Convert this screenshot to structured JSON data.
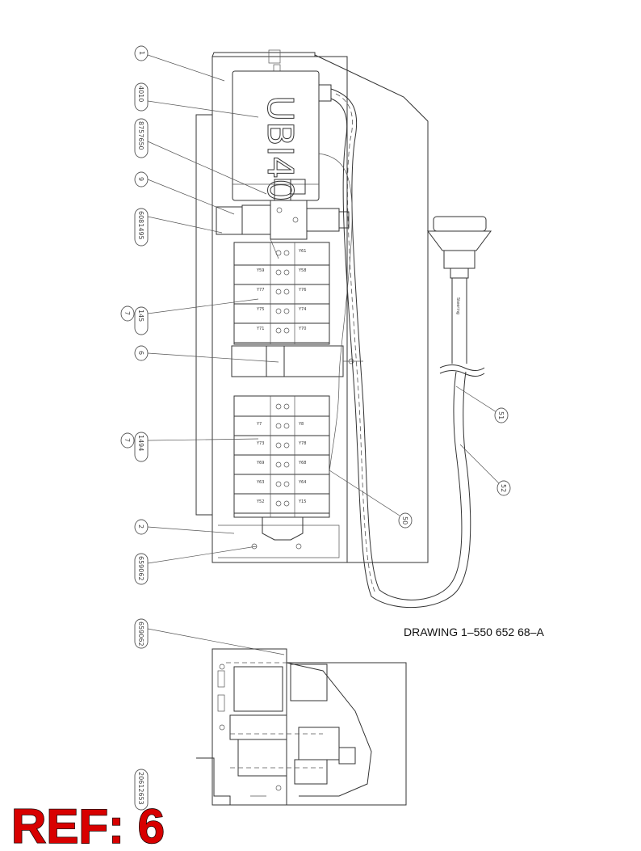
{
  "drawing_number": "DRAWING 1–550 652 68–A",
  "ref_badge": "REF: 6",
  "unit_label": "UBI40",
  "callouts": [
    "1",
    "4010",
    "8757650",
    "9",
    "6081495",
    "7",
    "145",
    "6",
    "7",
    "1494",
    "2",
    "659062",
    "51",
    "52",
    "50",
    "659062",
    "20612653"
  ],
  "valve_labels_top": [
    "Y59",
    "Y61",
    "Y77",
    "Y58",
    "Y75",
    "Y76",
    "Y71",
    "Y74",
    "Y70"
  ],
  "valve_labels_bottom": [
    "Y7",
    "Y8",
    "Y73",
    "Y78",
    "Y69",
    "Y68",
    "Y63",
    "Y64",
    "Y52",
    "Y15"
  ],
  "hose_label": "Steering"
}
